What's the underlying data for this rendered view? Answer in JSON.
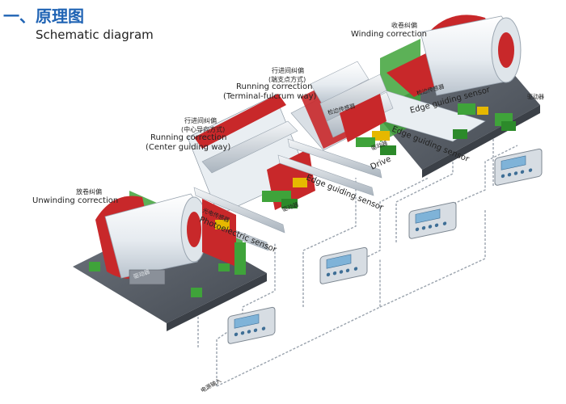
{
  "header": {
    "title": "一、原理图",
    "subtitle": "Schematic diagram"
  },
  "labels": {
    "unwinding_cn": "放卷纠偏",
    "unwinding_en": "Unwinding correction",
    "center_cn_1": "行进间纠偏",
    "center_cn_2": "(中心导向方式)",
    "center_en_1": "Running correction",
    "center_en_2": "(Center guiding way)",
    "terminal_cn_1": "行进间纠偏",
    "terminal_cn_2": "(端支点方式)",
    "terminal_en_1": "Running correction",
    "terminal_en_2": "(Terminal-fulcrum way)",
    "winding_cn": "收卷纠偏",
    "winding_en": "Winding correction",
    "photo_sensor_cn": "光电传感器",
    "photo_sensor_en": "Photoelectric sensor",
    "edge_sensor_cn_1": "检边传感器",
    "edge_sensor_en_1": "Edge guiding sensor",
    "edge_sensor_cn_2": "检边传感器",
    "edge_sensor_en_2": "Edge guiding sensor",
    "drive_cn_1": "驱动器",
    "drive_cn_2": "驱动器",
    "drive_cn_3": "驱动器",
    "drive_cn_4": "驱动器",
    "drive_en": "Drive",
    "power_input": "电源输入"
  },
  "colors": {
    "title": "#1f63b4",
    "base_plate": "#555b66",
    "frame_red": "#c8282a",
    "rail_green": "#3fa33a",
    "roll": "#e8edf2",
    "cable": "#9aa3ad",
    "controller": "#d7dde3",
    "screen": "#7fb3d8"
  }
}
